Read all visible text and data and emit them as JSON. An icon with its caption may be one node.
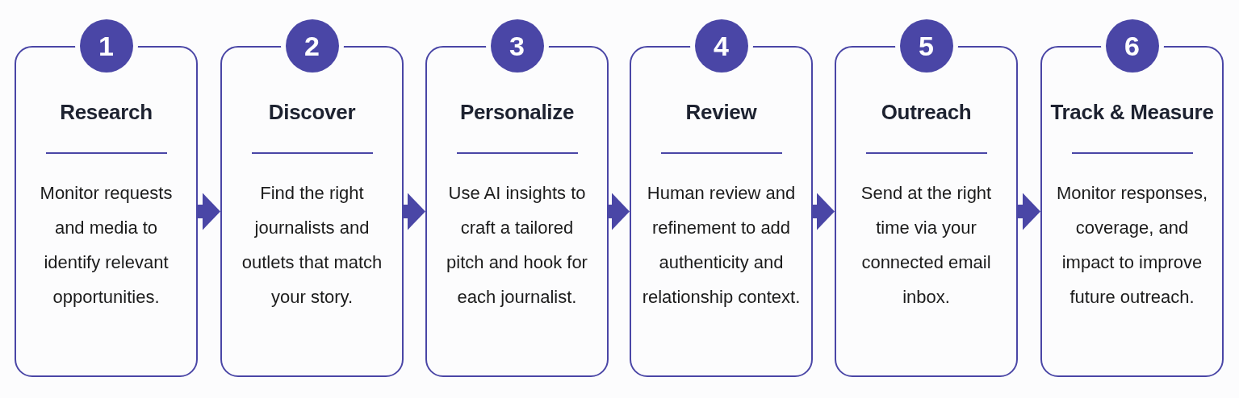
{
  "diagram": {
    "nodes": [
      {
        "text": [
          "1",
          "Research",
          "Monitor requests and media to identify relevant opportunities."
        ]
      },
      {
        "text": [
          "2",
          "Discover",
          "Find the right journalists and outlets that match your story."
        ]
      },
      {
        "text": [
          "3",
          "Personalize",
          "Use AI insights to craft a tailored pitch and hook for each journalist."
        ]
      },
      {
        "text": [
          "4",
          "Review",
          "Human review and refinement to add authenticity and relationship context."
        ]
      },
      {
        "text": [
          "5",
          "Outreach",
          "Send at the right time via your connected email inbox."
        ]
      },
      {
        "text": [
          "6",
          "Track & Measure",
          "Monitor responses, coverage, and impact to improve future outreach."
        ]
      }
    ],
    "edges": [
      {
        "from": 0,
        "to": 1,
        "arrow": "to"
      },
      {
        "from": 1,
        "to": 2,
        "arrow": "to"
      },
      {
        "from": 2,
        "to": 3,
        "arrow": "to"
      },
      {
        "from": 3,
        "to": 4,
        "arrow": "to"
      },
      {
        "from": 4,
        "to": 5,
        "arrow": "to"
      }
    ]
  }
}
